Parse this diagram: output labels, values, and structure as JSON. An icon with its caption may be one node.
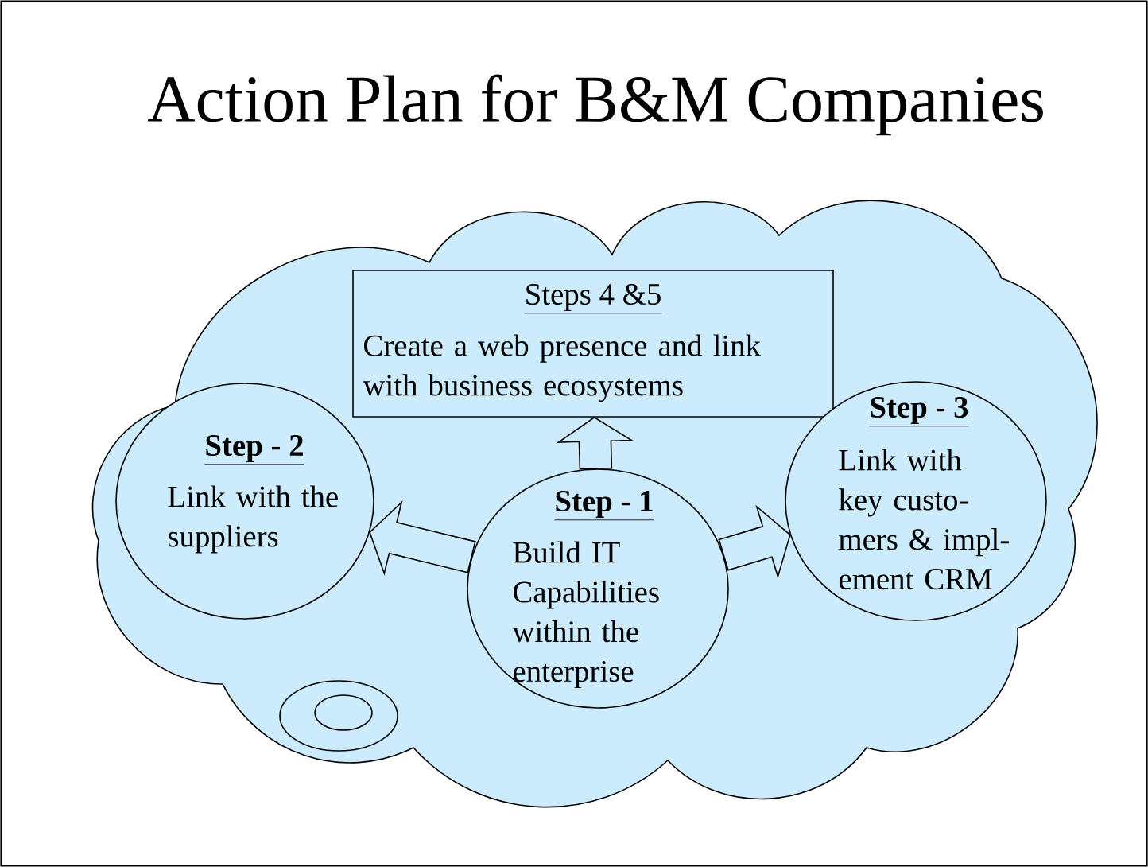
{
  "diagram": {
    "title": "Action Plan for B&M Companies",
    "nodes": [
      {
        "text": [],
        "shape": "cloud"
      },
      {
        "text": [
          "Steps 4 &5",
          "Create a web presence and link with business ecosystems"
        ],
        "in": 0
      },
      {
        "text": [
          "Step - 2",
          "Link with the suppliers"
        ],
        "in": 0
      },
      {
        "text": [
          "Step - 1",
          "Build IT Capabilities within the enterprise"
        ],
        "in": 0
      },
      {
        "text": [
          "Step - 3",
          "Link with key custo- mers & impl- ement CRM"
        ],
        "in": 0
      }
    ],
    "edges": [
      {
        "from": 3,
        "to": 1,
        "arrow": "to"
      },
      {
        "from": 3,
        "to": 2,
        "arrow": "to"
      },
      {
        "from": 3,
        "to": 4,
        "arrow": "to"
      }
    ]
  }
}
